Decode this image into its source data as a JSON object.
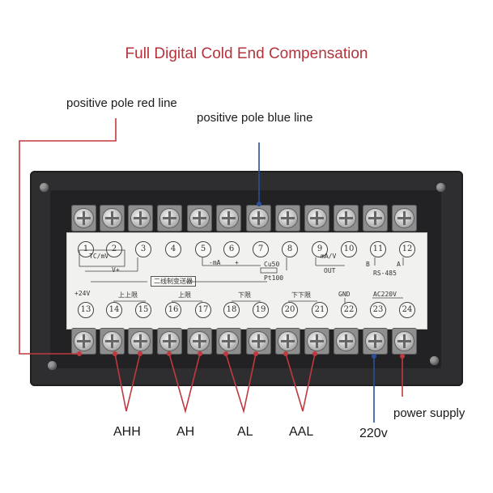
{
  "title": "Full Digital Cold End Compensation",
  "labels": {
    "positive_red": "positive pole red line",
    "positive_blue": "positive pole blue line",
    "power_supply": "power supply",
    "voltage": "220v"
  },
  "alarms": [
    "AHH",
    "AH",
    "AL",
    "AAL"
  ],
  "top_terminals": [
    "1",
    "2",
    "3",
    "4",
    "5",
    "6",
    "7",
    "8",
    "9",
    "10",
    "11",
    "12"
  ],
  "bottom_terminals": [
    "13",
    "14",
    "15",
    "16",
    "17",
    "18",
    "19",
    "20",
    "21",
    "22",
    "23",
    "24"
  ],
  "plate_text": {
    "tc_mv": "TC/mV",
    "v_plus": "V+",
    "ma": "-mA",
    "plus": "+",
    "cu50": "Cu50",
    "pt100": "Pt100",
    "ma_v": "mA/V",
    "out": "OUT",
    "rs485": "RS-485",
    "b": "B",
    "a": "A",
    "transmitter": "二线制变送器",
    "plus24v": "+24V",
    "upper_upper": "上上限",
    "upper": "上限",
    "lower": "下限",
    "lower_lower": "下下限",
    "gnd": "GND",
    "ac220v": "AC220V"
  },
  "colors": {
    "title": "#b5333b",
    "red_wire": "#c0393f",
    "blue_wire": "#2c4f9a"
  }
}
